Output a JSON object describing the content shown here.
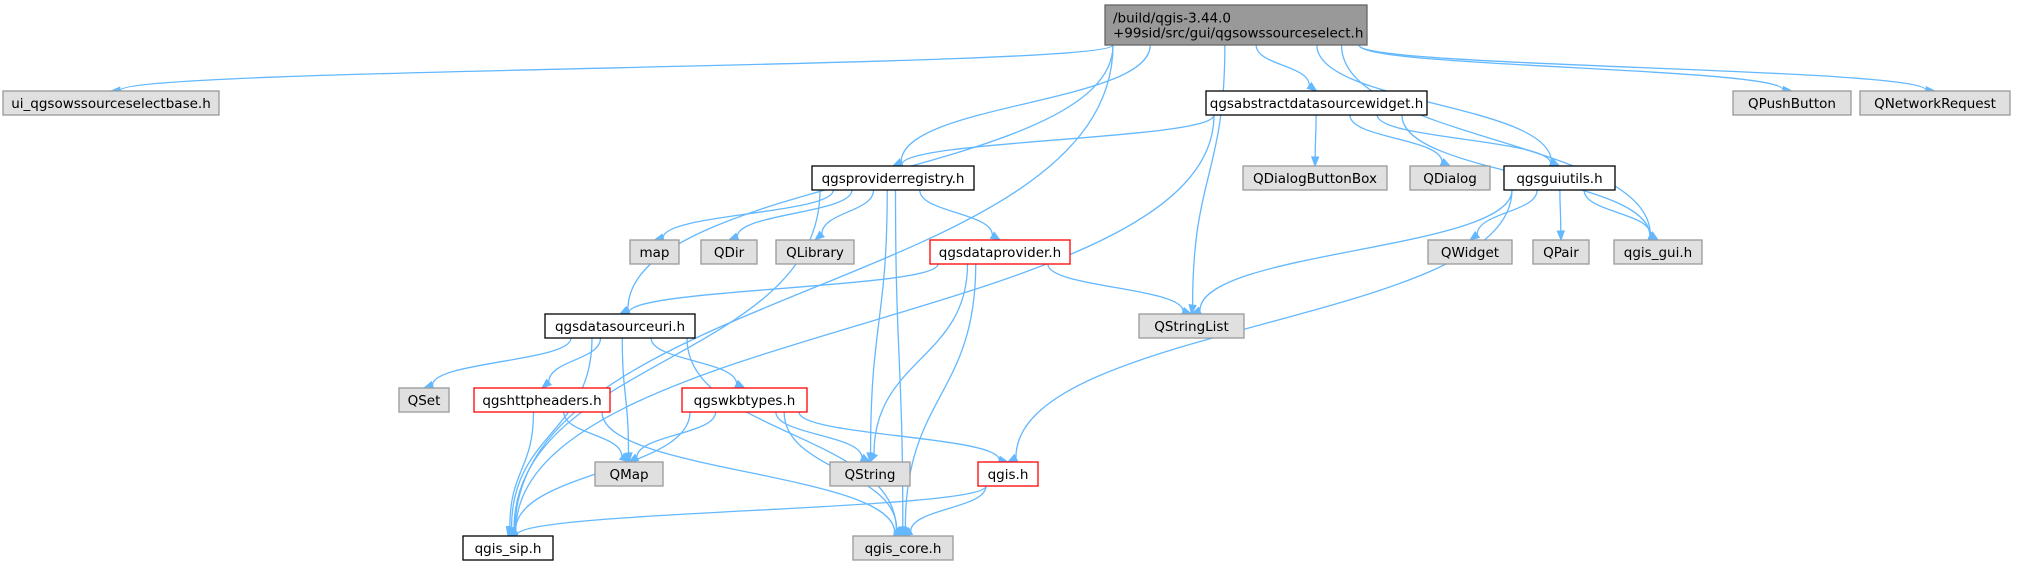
{
  "colors": {
    "edge": "#63b8ff",
    "root_fill": "#999999",
    "root_border": "#666666",
    "external_fill": "#e0e0e0",
    "external_border": "#999999",
    "documented_border": "#000000",
    "truncated_border": "#ff0000"
  },
  "nodes": [
    {
      "id": "root",
      "lines": [
        "/build/qgis-3.44.0",
        "+99sid/src/gui/qgsowssourceselect.h"
      ],
      "kind": "root"
    },
    {
      "id": "ui_base",
      "lines": [
        "ui_qgsowssourceselectbase.h"
      ],
      "kind": "external"
    },
    {
      "id": "abstract",
      "lines": [
        "qgsabstractdatasourcewidget.h"
      ],
      "kind": "documented"
    },
    {
      "id": "qpushbutton",
      "lines": [
        "QPushButton"
      ],
      "kind": "external"
    },
    {
      "id": "qnetworkrequest",
      "lines": [
        "QNetworkRequest"
      ],
      "kind": "external"
    },
    {
      "id": "registry",
      "lines": [
        "qgsproviderregistry.h"
      ],
      "kind": "documented"
    },
    {
      "id": "qdialogbuttonbox",
      "lines": [
        "QDialogButtonBox"
      ],
      "kind": "external"
    },
    {
      "id": "qdialog",
      "lines": [
        "QDialog"
      ],
      "kind": "external"
    },
    {
      "id": "guiutils",
      "lines": [
        "qgsguiutils.h"
      ],
      "kind": "documented"
    },
    {
      "id": "map",
      "lines": [
        "map"
      ],
      "kind": "external"
    },
    {
      "id": "qdir",
      "lines": [
        "QDir"
      ],
      "kind": "external"
    },
    {
      "id": "qlibrary",
      "lines": [
        "QLibrary"
      ],
      "kind": "external"
    },
    {
      "id": "dataprovider",
      "lines": [
        "qgsdataprovider.h"
      ],
      "kind": "truncated"
    },
    {
      "id": "qwidget",
      "lines": [
        "QWidget"
      ],
      "kind": "external"
    },
    {
      "id": "qpair",
      "lines": [
        "QPair"
      ],
      "kind": "external"
    },
    {
      "id": "qgis_gui",
      "lines": [
        "qgis_gui.h"
      ],
      "kind": "external"
    },
    {
      "id": "datasourceuri",
      "lines": [
        "qgsdatasourceuri.h"
      ],
      "kind": "documented"
    },
    {
      "id": "qstringlist",
      "lines": [
        "QStringList"
      ],
      "kind": "external"
    },
    {
      "id": "qset",
      "lines": [
        "QSet"
      ],
      "kind": "external"
    },
    {
      "id": "httpheaders",
      "lines": [
        "qgshttpheaders.h"
      ],
      "kind": "truncated"
    },
    {
      "id": "wkbtypes",
      "lines": [
        "qgswkbtypes.h"
      ],
      "kind": "truncated"
    },
    {
      "id": "qmap",
      "lines": [
        "QMap"
      ],
      "kind": "external"
    },
    {
      "id": "qstring",
      "lines": [
        "QString"
      ],
      "kind": "external"
    },
    {
      "id": "qgis",
      "lines": [
        "qgis.h"
      ],
      "kind": "truncated"
    },
    {
      "id": "qgis_sip",
      "lines": [
        "qgis_sip.h"
      ],
      "kind": "documented"
    },
    {
      "id": "qgis_core",
      "lines": [
        "qgis_core.h"
      ],
      "kind": "external"
    }
  ],
  "edges": [
    [
      "root",
      "ui_base"
    ],
    [
      "root",
      "qgis_sip"
    ],
    [
      "root",
      "datasourceuri"
    ],
    [
      "root",
      "registry"
    ],
    [
      "root",
      "abstract"
    ],
    [
      "root",
      "qstringlist"
    ],
    [
      "root",
      "guiutils"
    ],
    [
      "root",
      "qgis_gui"
    ],
    [
      "root",
      "qpushbutton"
    ],
    [
      "root",
      "qnetworkrequest"
    ],
    [
      "abstract",
      "registry"
    ],
    [
      "abstract",
      "qgis_sip"
    ],
    [
      "abstract",
      "qdialogbuttonbox"
    ],
    [
      "abstract",
      "qdialog"
    ],
    [
      "abstract",
      "guiutils"
    ],
    [
      "abstract",
      "qgis_gui"
    ],
    [
      "registry",
      "qgis_sip"
    ],
    [
      "registry",
      "map"
    ],
    [
      "registry",
      "qdir"
    ],
    [
      "registry",
      "qlibrary"
    ],
    [
      "registry",
      "dataprovider"
    ],
    [
      "registry",
      "qstring"
    ],
    [
      "registry",
      "qgis_core"
    ],
    [
      "guiutils",
      "qstringlist"
    ],
    [
      "guiutils",
      "qwidget"
    ],
    [
      "guiutils",
      "qpair"
    ],
    [
      "guiutils",
      "qgis_gui"
    ],
    [
      "guiutils",
      "qgis"
    ],
    [
      "dataprovider",
      "datasourceuri"
    ],
    [
      "dataprovider",
      "qstringlist"
    ],
    [
      "dataprovider",
      "qstring"
    ],
    [
      "dataprovider",
      "qgis_core"
    ],
    [
      "datasourceuri",
      "qgis_sip"
    ],
    [
      "datasourceuri",
      "qset"
    ],
    [
      "datasourceuri",
      "httpheaders"
    ],
    [
      "datasourceuri",
      "qmap"
    ],
    [
      "datasourceuri",
      "wkbtypes"
    ],
    [
      "datasourceuri",
      "qgis_core"
    ],
    [
      "httpheaders",
      "qgis_sip"
    ],
    [
      "httpheaders",
      "qmap"
    ],
    [
      "httpheaders",
      "qgis_core"
    ],
    [
      "wkbtypes",
      "qgis_sip"
    ],
    [
      "wkbtypes",
      "qmap"
    ],
    [
      "wkbtypes",
      "qstring"
    ],
    [
      "wkbtypes",
      "qgis"
    ],
    [
      "wkbtypes",
      "qgis_core"
    ],
    [
      "qgis",
      "qgis_sip"
    ],
    [
      "qgis",
      "qgis_core"
    ]
  ]
}
